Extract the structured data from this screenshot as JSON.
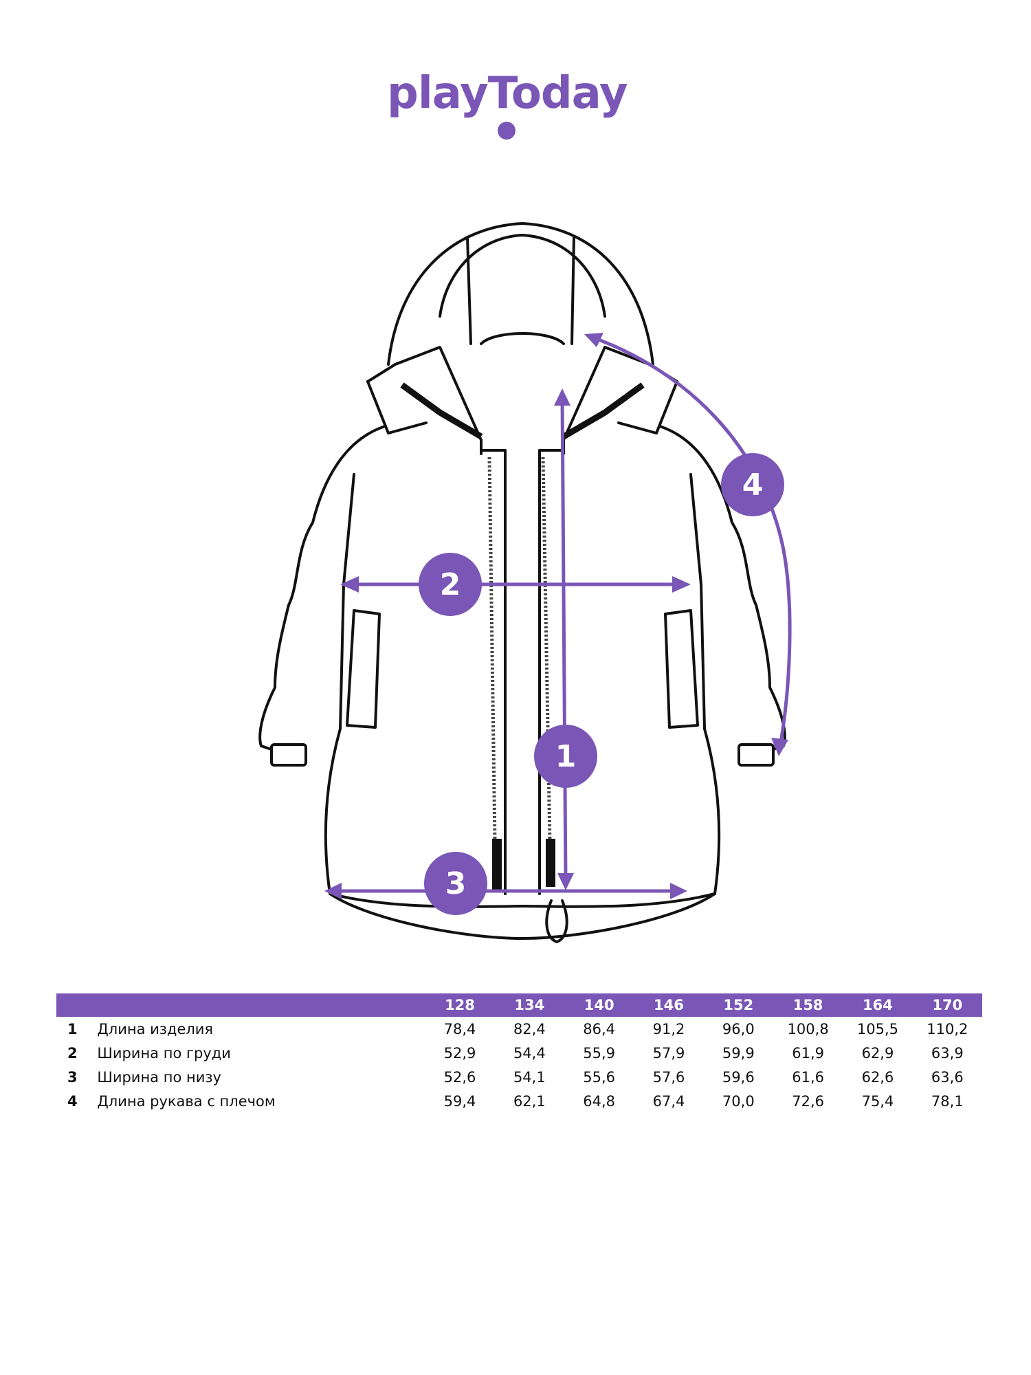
{
  "brand": {
    "name": "playToday",
    "color": "#7a56b6"
  },
  "diagram": {
    "garment": "jacket-outline",
    "markers": [
      "1",
      "2",
      "3",
      "4"
    ]
  },
  "table": {
    "sizes": [
      "128",
      "134",
      "140",
      "146",
      "152",
      "158",
      "164",
      "170"
    ],
    "rows": [
      {
        "num": "1",
        "label": "Длина изделия",
        "values": [
          "78,4",
          "82,4",
          "86,4",
          "91,2",
          "96,0",
          "100,8",
          "105,5",
          "110,2"
        ]
      },
      {
        "num": "2",
        "label": "Ширина по груди",
        "values": [
          "52,9",
          "54,4",
          "55,9",
          "57,9",
          "59,9",
          "61,9",
          "62,9",
          "63,9"
        ]
      },
      {
        "num": "3",
        "label": "Ширина по низу",
        "values": [
          "52,6",
          "54,1",
          "55,6",
          "57,6",
          "59,6",
          "61,6",
          "62,6",
          "63,6"
        ]
      },
      {
        "num": "4",
        "label": "Длина рукава с плечом",
        "values": [
          "59,4",
          "62,1",
          "64,8",
          "67,4",
          "70,0",
          "72,6",
          "75,4",
          "78,1"
        ]
      }
    ]
  }
}
